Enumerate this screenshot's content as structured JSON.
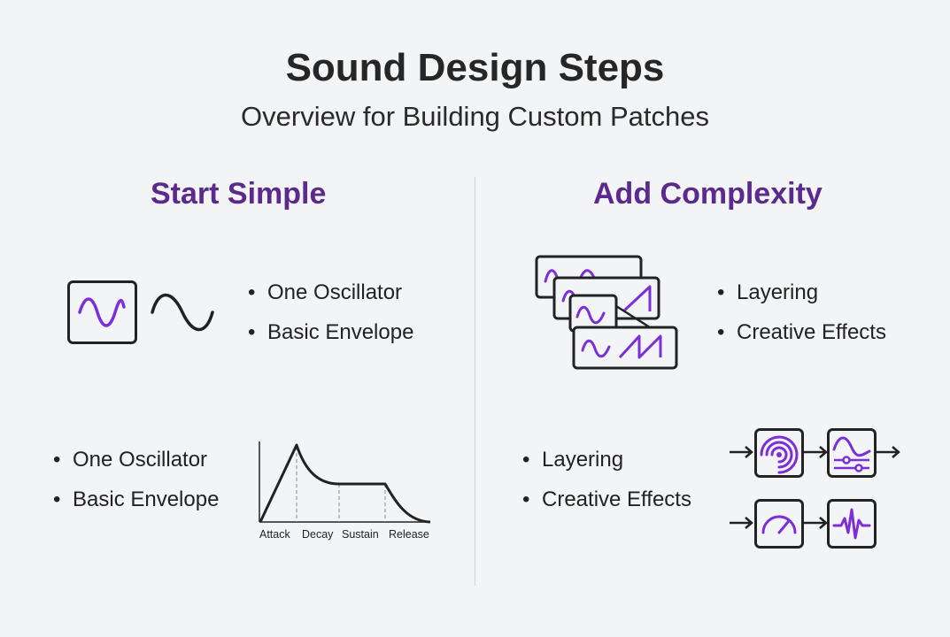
{
  "header": {
    "title": "Sound Design Steps",
    "subtitle": "Overview for Building Custom Patches"
  },
  "left": {
    "heading": "Start Simple",
    "oscillator_bullets": [
      "One Oscillator",
      "Basic Envelope"
    ],
    "envelope_bullets": [
      "One Oscillator",
      "Basic Envelope"
    ],
    "envelope_stages": [
      "Attack",
      "Decay",
      "Sustain",
      "Release"
    ]
  },
  "right": {
    "heading": "Add Complexity",
    "layer_bullets": [
      "Layering",
      "Creative Effects"
    ],
    "effects_bullets": [
      "Layering",
      "Creative Effects"
    ]
  },
  "icons": {
    "oscillator_module": "sine-wave-module-icon",
    "sine_wave": "sine-wave-icon",
    "stacked_layers": "stacked-oscillator-layers-icon",
    "reverb": "reverb-icon",
    "filter": "filter-eq-icon",
    "drive": "drive-gauge-icon",
    "pulse": "pulse-waveform-icon"
  },
  "colors": {
    "accent": "#7c2fd6",
    "heading": "#5b2a8c",
    "text": "#222222",
    "background": "#f3f4f6"
  }
}
